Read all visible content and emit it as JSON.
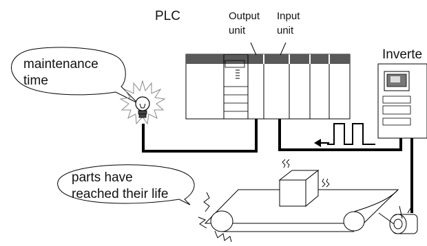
{
  "labels": {
    "plc": "PLC",
    "output_unit_line1": "Output",
    "output_unit_line2": "unit",
    "input_unit_line1": "Input",
    "input_unit_line2": "unit",
    "inverter": "Inverte",
    "maintenance_line1": "maintenance",
    "maintenance_line2": "time",
    "parts_line1": "parts have",
    "parts_line2": "reached their life"
  },
  "icons": [
    "light-bulb-icon",
    "pulse-signal-icon",
    "arrow-left-icon",
    "vibration-icon",
    "noise-burst-icon"
  ],
  "colors": {
    "module_header": "#595959",
    "line": "#000000",
    "bulb_glow": "#888888",
    "bulb_base": "#444444"
  }
}
